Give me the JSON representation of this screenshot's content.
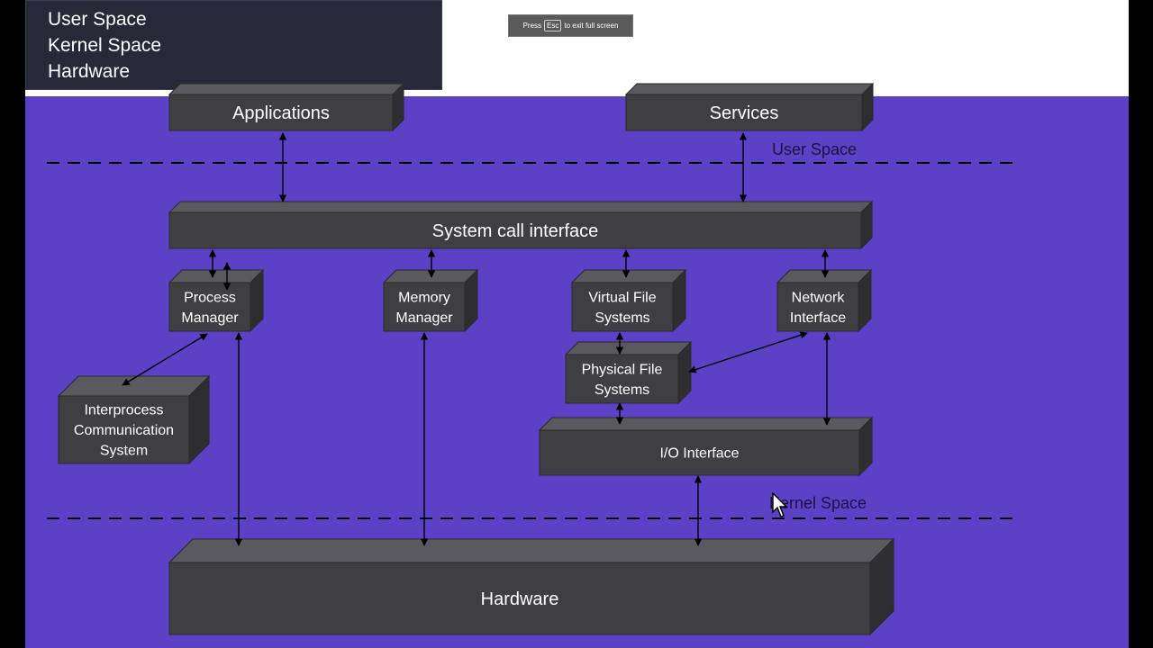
{
  "legend": {
    "items": [
      "User Space",
      "Kernel Space",
      "Hardware"
    ]
  },
  "fullscreen_notice": {
    "prefix": "Press",
    "key": "Esc",
    "suffix": "to exit full screen"
  },
  "diagram": {
    "regions": {
      "user_space": "User Space",
      "kernel_space": "Kernel Space"
    },
    "boxes": {
      "applications": [
        "Applications"
      ],
      "services": [
        "Services"
      ],
      "syscall": [
        "System call interface"
      ],
      "process_manager": [
        "Process",
        "Manager"
      ],
      "memory_manager": [
        "Memory",
        "Manager"
      ],
      "vfs": [
        "Virtual File",
        "Systems"
      ],
      "network": [
        "Network",
        "Interface"
      ],
      "physical_fs": [
        "Physical File",
        "Systems"
      ],
      "ipc": [
        "Interprocess",
        "Communication",
        "System"
      ],
      "io_interface": [
        "I/O Interface"
      ],
      "hardware": [
        "Hardware"
      ]
    }
  },
  "colors": {
    "slide_background": "#5b41c5",
    "box_front": "#3f3f42",
    "box_top": "#5a5a5e",
    "box_side": "#2e2e31",
    "legend_background": "#262937",
    "arrow": "#000000"
  }
}
